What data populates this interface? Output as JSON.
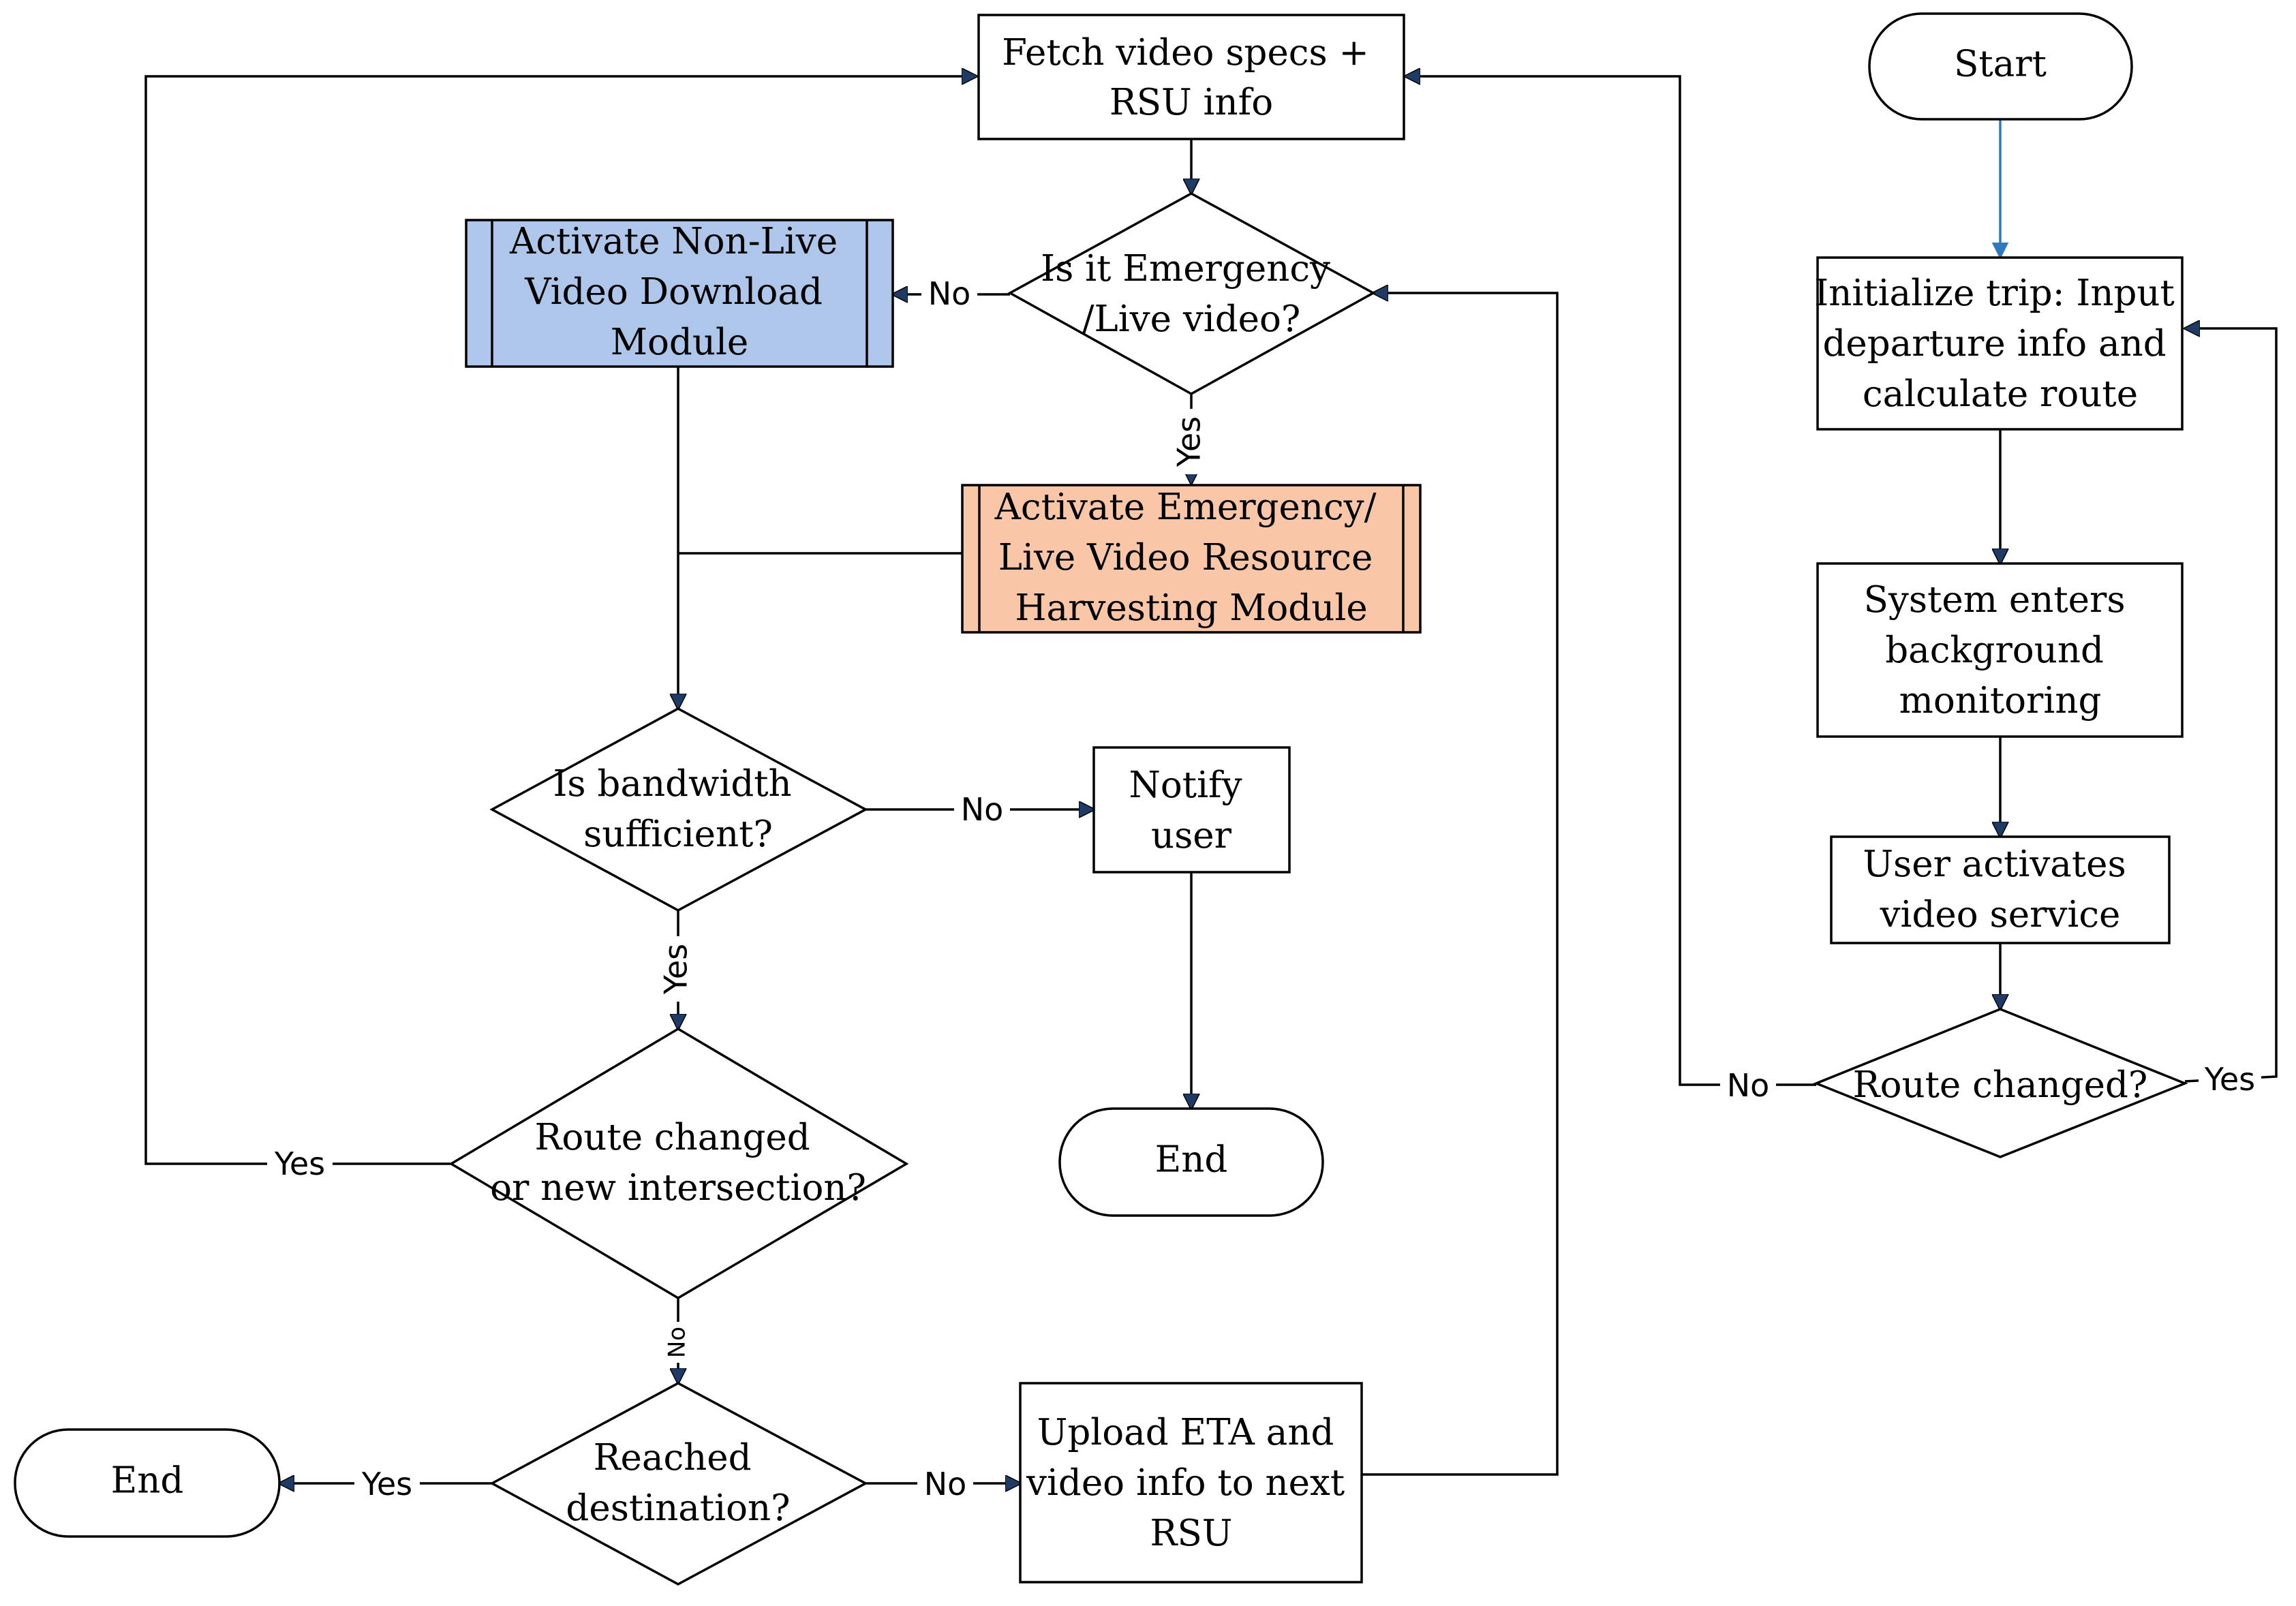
{
  "colors": {
    "non_live_module": "#adc6e9",
    "emergency_module": "#f9c7a7",
    "start_arrow": "#2f78c4",
    "arrowhead": "#1f3a64"
  },
  "nodes": {
    "start": {
      "text": "Start"
    },
    "init_trip": {
      "lines": [
        "Initialize trip: Input",
        "departure info and",
        "calculate route"
      ]
    },
    "background": {
      "lines": [
        "System enters",
        "background",
        "monitoring"
      ]
    },
    "user_activates": {
      "lines": [
        "User activates",
        "video service"
      ]
    },
    "route_changed_right": {
      "lines": [
        "Route changed?"
      ]
    },
    "fetch_specs": {
      "lines": [
        "Fetch video specs +",
        "RSU info"
      ]
    },
    "is_emergency": {
      "lines": [
        "Is it Emergency",
        "/Live video?"
      ]
    },
    "non_live_module": {
      "lines": [
        "Activate Non-Live",
        "Video Download",
        "Module"
      ]
    },
    "emergency_module": {
      "lines": [
        "Activate Emergency/",
        "Live Video Resource",
        "Harvesting Module"
      ]
    },
    "bandwidth": {
      "lines": [
        "Is bandwidth",
        "sufficient?"
      ]
    },
    "notify_user": {
      "lines": [
        "Notify",
        "user"
      ]
    },
    "end_middle": {
      "text": "End"
    },
    "route_changed_left": {
      "lines": [
        "Route changed",
        "or new intersection?"
      ]
    },
    "reached_destination": {
      "lines": [
        "Reached",
        "destination?"
      ]
    },
    "upload_eta": {
      "lines": [
        "Upload ETA and",
        "video info to next",
        "RSU"
      ]
    },
    "end_left": {
      "text": "End"
    }
  },
  "edge_labels": {
    "emergency_no": "No",
    "emergency_yes": "Yes",
    "bandwidth_no": "No",
    "bandwidth_yes": "Yes",
    "route_left_yes": "Yes",
    "route_left_no": "No",
    "destination_yes": "Yes",
    "destination_no": "No",
    "route_right_no": "No",
    "route_right_yes": "Yes"
  }
}
